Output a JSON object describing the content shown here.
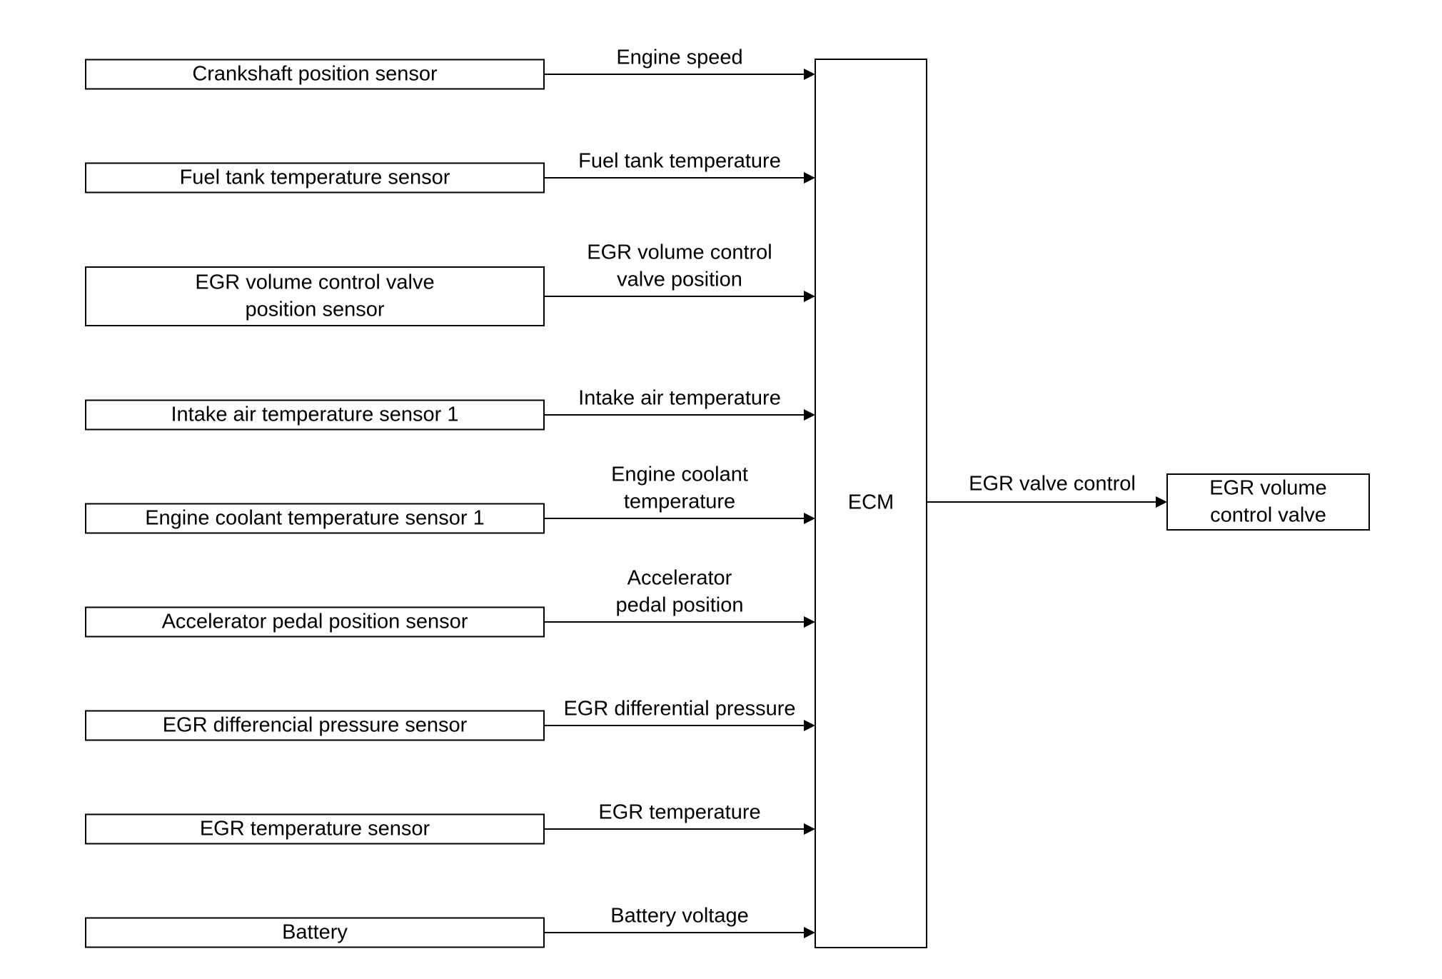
{
  "diagram": {
    "inputs": [
      {
        "node": [
          "Crankshaft position sensor"
        ],
        "signal": [
          "Engine speed"
        ]
      },
      {
        "node": [
          "Fuel tank temperature sensor"
        ],
        "signal": [
          "Fuel tank temperature"
        ]
      },
      {
        "node": [
          "EGR volume control valve",
          "position sensor"
        ],
        "signal": [
          "EGR volume control",
          "valve position"
        ]
      },
      {
        "node": [
          "Intake air temperature sensor 1"
        ],
        "signal": [
          "Intake air temperature"
        ]
      },
      {
        "node": [
          "Engine coolant temperature sensor 1"
        ],
        "signal": [
          "Engine coolant",
          "temperature"
        ]
      },
      {
        "node": [
          "Accelerator pedal position sensor"
        ],
        "signal": [
          "Accelerator",
          "pedal position"
        ]
      },
      {
        "node": [
          "EGR differencial pressure sensor"
        ],
        "signal": [
          "EGR differential pressure"
        ]
      },
      {
        "node": [
          "EGR temperature sensor"
        ],
        "signal": [
          "EGR temperature"
        ]
      },
      {
        "node": [
          "Battery"
        ],
        "signal": [
          "Battery voltage"
        ]
      }
    ],
    "controller": {
      "label": "ECM"
    },
    "output": {
      "signal": [
        "EGR valve control"
      ],
      "node": [
        "EGR volume",
        "control valve"
      ]
    }
  }
}
